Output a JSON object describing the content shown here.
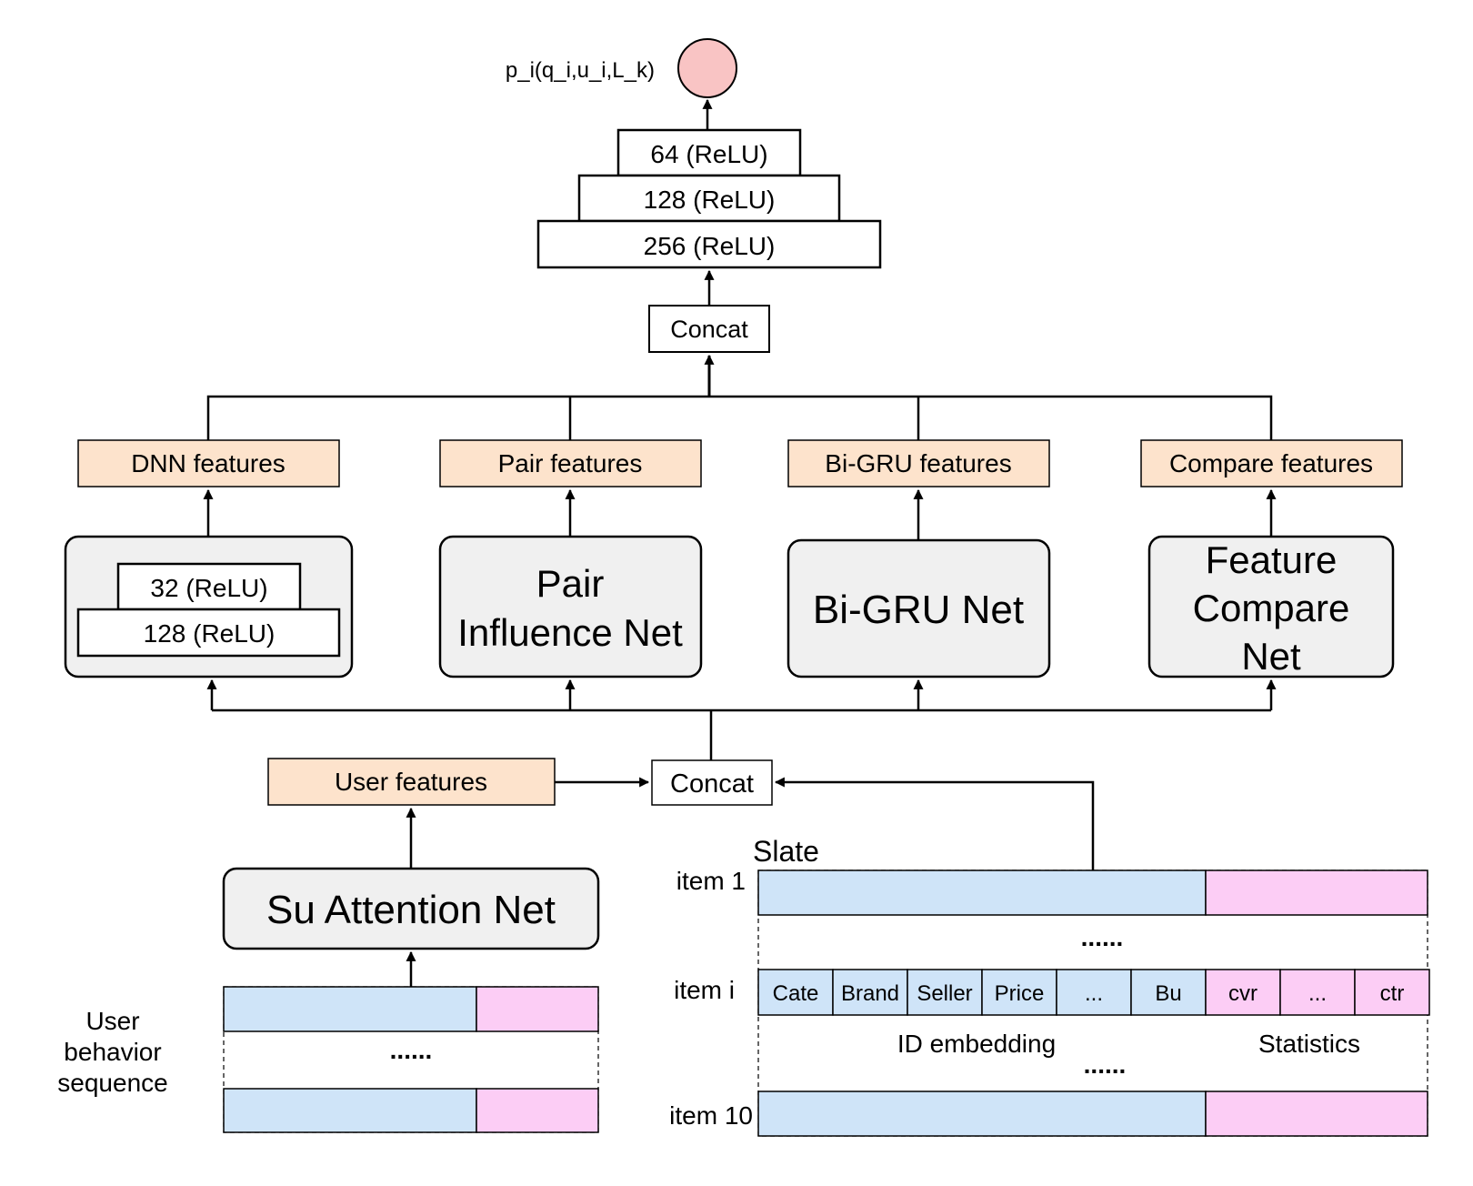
{
  "output": {
    "label": "p_i(q_i,u_i,L_k)",
    "node_color": "#f9c4c4"
  },
  "top_mlp": {
    "layers": [
      "64 (ReLU)",
      "128 (ReLU)",
      "256 (ReLU)"
    ]
  },
  "concat_top": "Concat",
  "features": {
    "dnn": "DNN features",
    "pair": "Pair features",
    "bigru": "Bi-GRU features",
    "compare": "Compare features"
  },
  "nets": {
    "dnn_layers": [
      "32 (ReLU)",
      "128 (ReLU)"
    ],
    "pair_line1": "Pair",
    "pair_line2": "Influence Net",
    "bigru": "Bi-GRU Net",
    "compare_line1": "Feature",
    "compare_line2": "Compare",
    "compare_line3": "Net"
  },
  "concat_mid": "Concat",
  "user_features": "User features",
  "su_attention": "Su Attention Net",
  "user_behavior": {
    "line1": "User",
    "line2": "behavior",
    "line3": "sequence",
    "dots": "......"
  },
  "slate": {
    "title": "Slate",
    "item1": "item 1",
    "itemi": "item i",
    "item10": "item 10",
    "dots1": "......",
    "dots2": "......",
    "id_cells": [
      "Cate",
      "Brand",
      "Seller",
      "Price",
      "...",
      "Bu"
    ],
    "stat_cells": [
      "cvr",
      "...",
      "ctr"
    ],
    "id_label": "ID embedding",
    "stat_label": "Statistics"
  },
  "colors": {
    "feature_fill": "#fde3cc",
    "net_fill": "#f0f0f0",
    "id_fill": "#cfe4f8",
    "stat_fill": "#fccdf5"
  }
}
